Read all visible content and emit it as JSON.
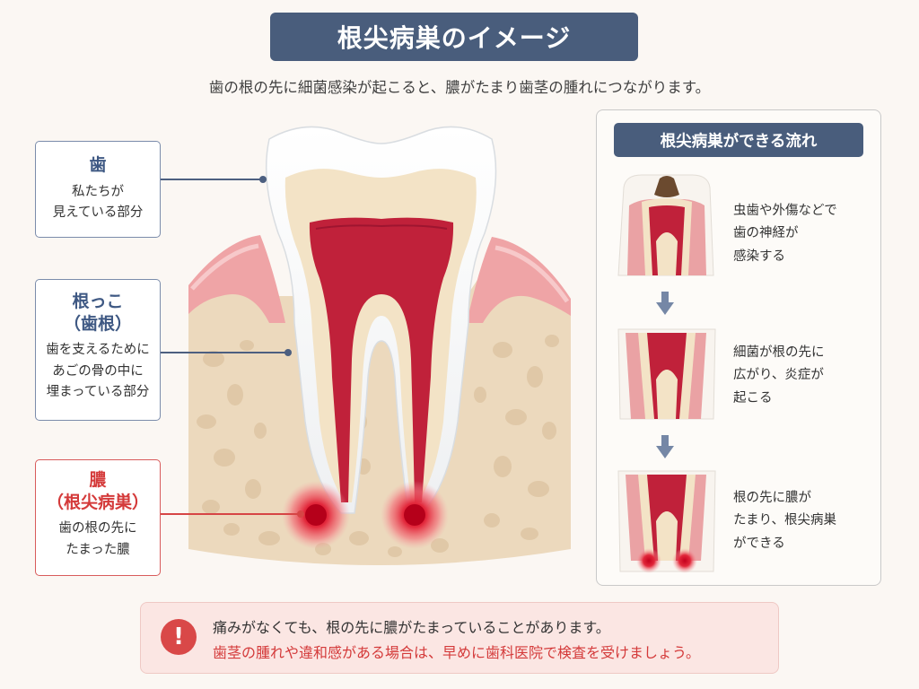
{
  "title": "根尖病巣のイメージ",
  "subtitle": "歯の根の先に細菌感染が起こると、膿がたまり歯茎の腫れにつながります。",
  "labels": {
    "tooth": {
      "title": "歯",
      "desc_line1": "私たちが",
      "desc_line2": "見えている部分"
    },
    "root": {
      "title_line1": "根っこ",
      "title_line2": "（歯根）",
      "desc_line1": "歯を支えるために",
      "desc_line2": "あごの骨の中に",
      "desc_line3": "埋まっている部分"
    },
    "pus": {
      "title_line1": "膿",
      "title_line2": "（根尖病巣）",
      "desc_line1": "歯の根の先に",
      "desc_line2": "たまった膿"
    }
  },
  "flow": {
    "header": "根尖病巣ができる流れ",
    "steps": [
      {
        "line1": "虫歯や外傷などで",
        "line2": "歯の神経が",
        "line3": "感染する"
      },
      {
        "line1": "細菌が根の先に",
        "line2": "広がり、炎症が",
        "line3": "起こる"
      },
      {
        "line1": "根の先に膿が",
        "line2": "たまり、根尖病巣",
        "line3": "ができる"
      }
    ]
  },
  "alert": {
    "icon": "!",
    "line1": "痛みがなくても、根の先に膿がたまっていることがあります。",
    "line2": "歯茎の腫れや違和感がある場合は、早めに歯科医院で検査を受けましょう。"
  },
  "colors": {
    "navy": "#495d7c",
    "alert_red": "#d43a3a",
    "bone": "#ecd9bd",
    "gum": "#efa4a6",
    "pulp": "#c0213a"
  }
}
